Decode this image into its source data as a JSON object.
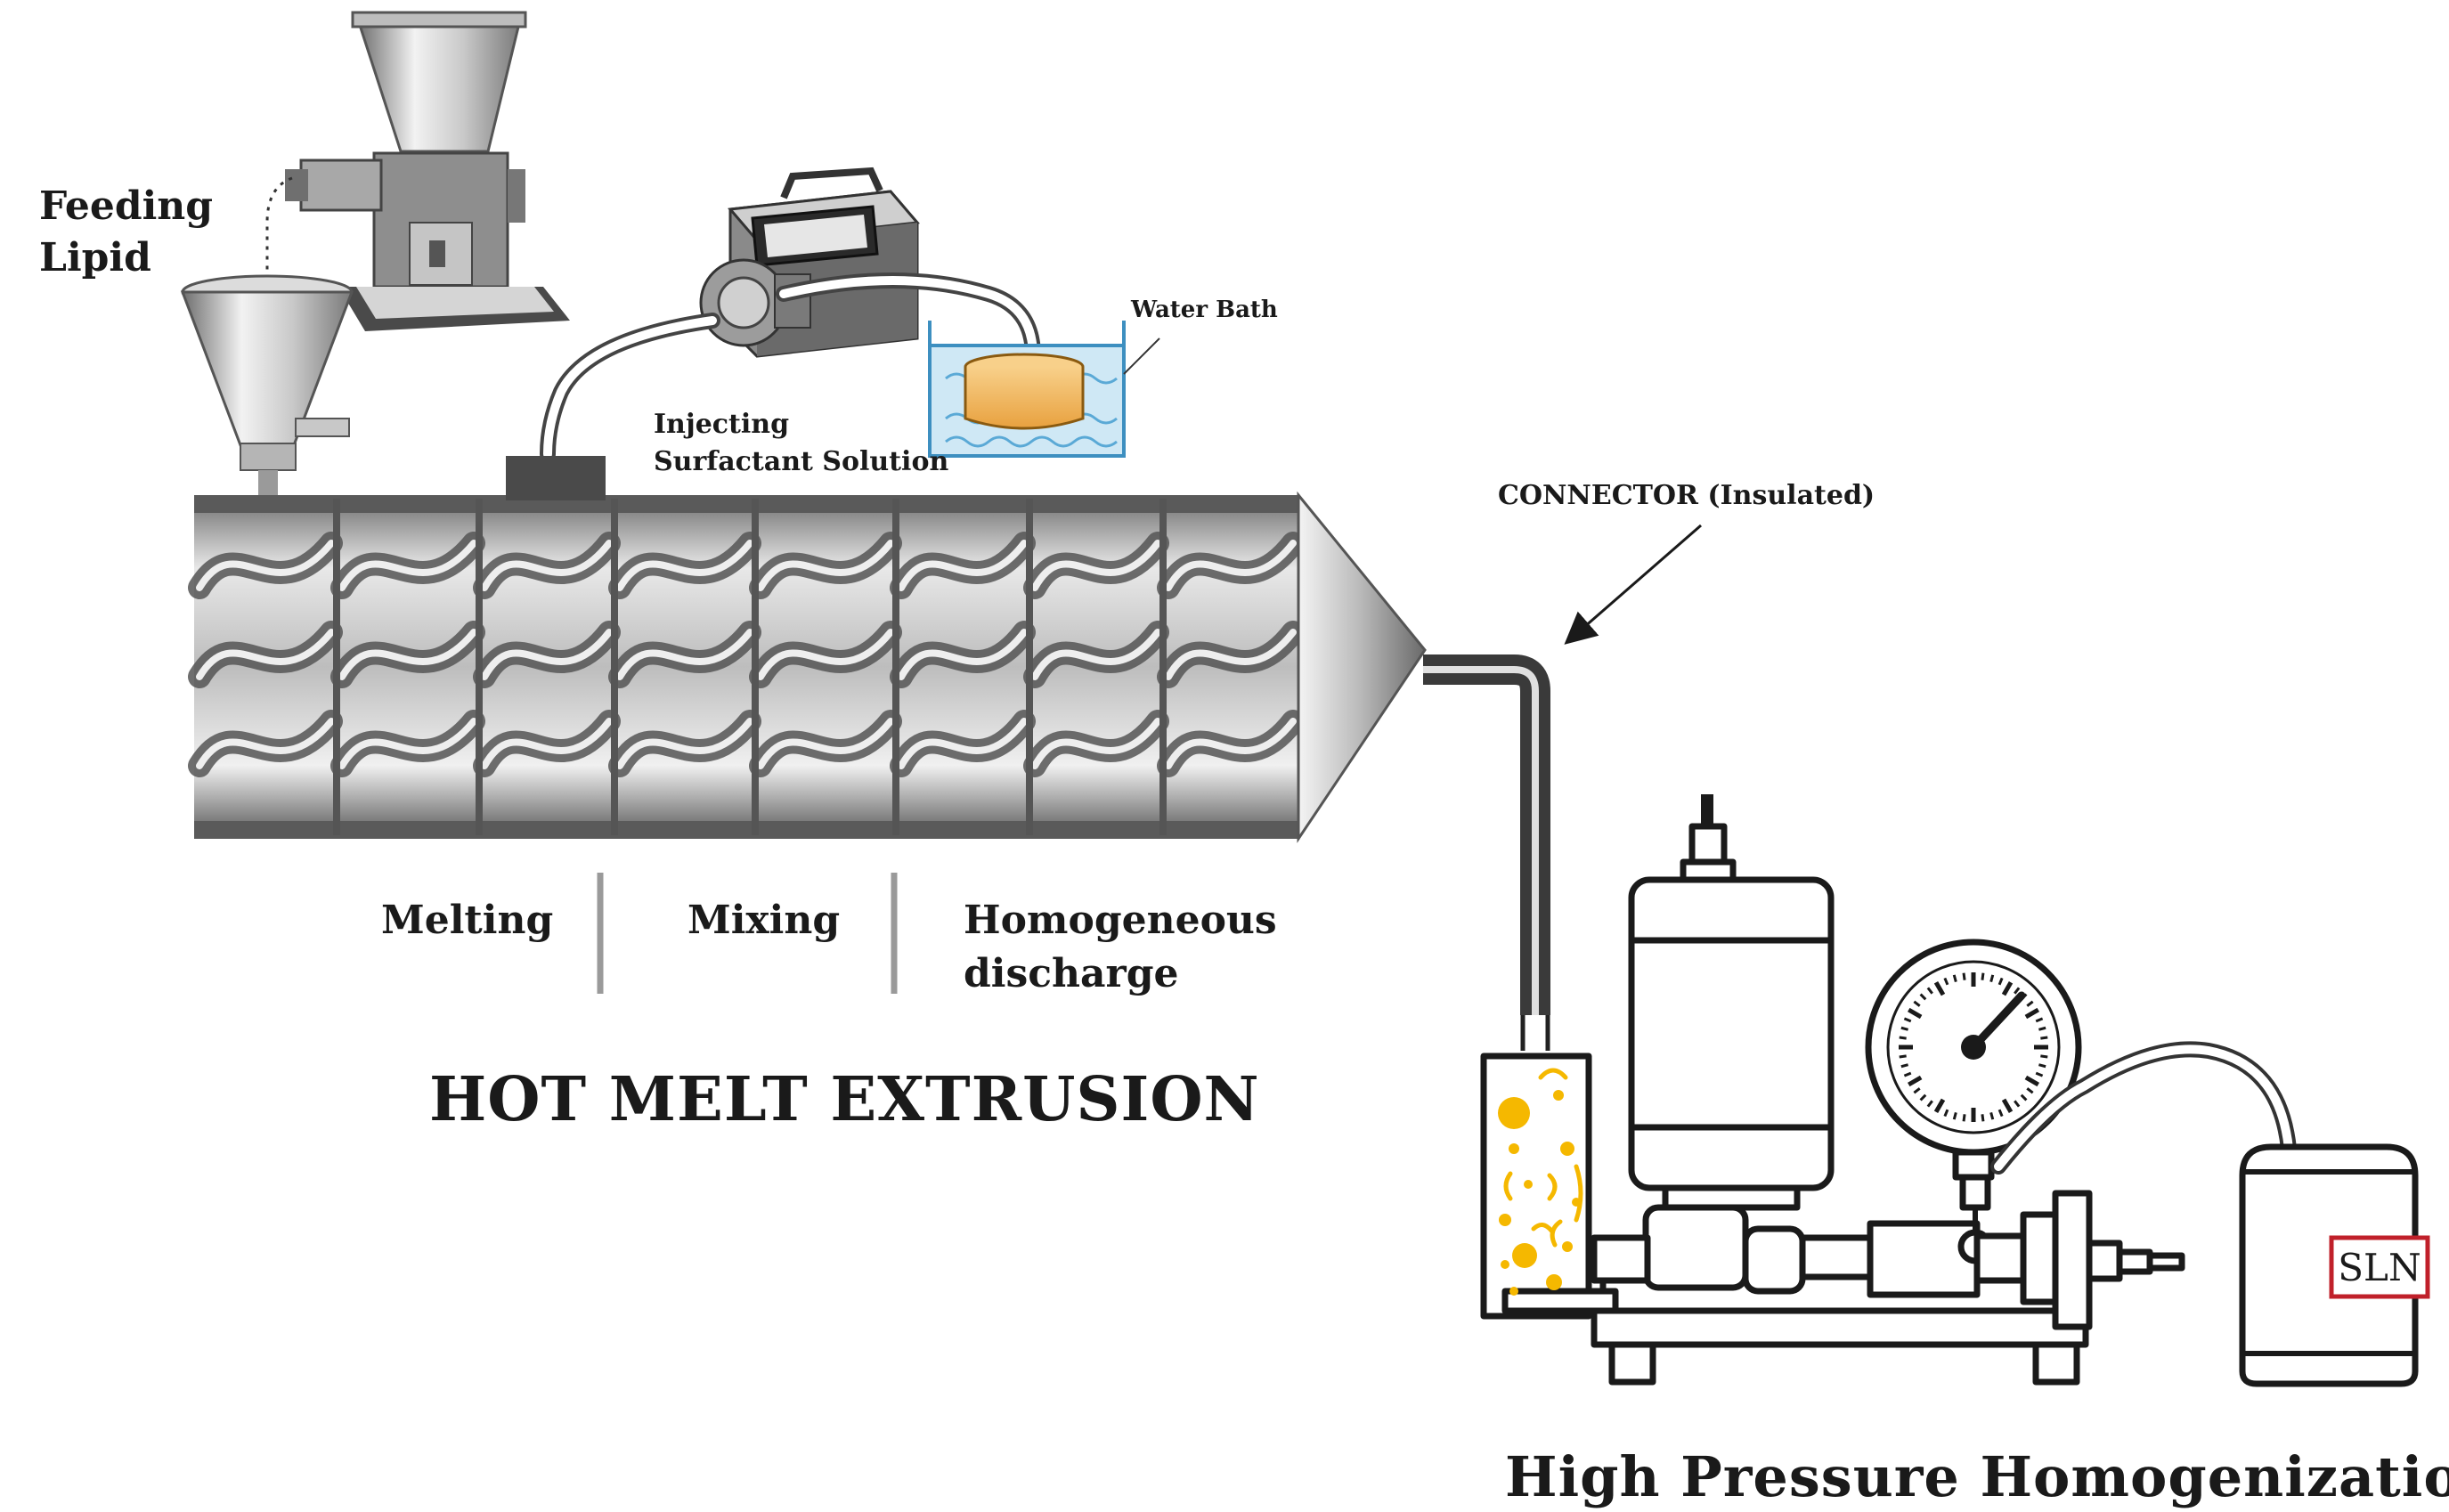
{
  "labels": {
    "feeding_lipid": [
      "Feeding",
      "Lipid"
    ],
    "water_bath": "Water Bath",
    "injecting": [
      "Injecting",
      "Surfactant Solution"
    ],
    "connector": "CONNECTOR (Insulated)",
    "melting": "Melting",
    "mixing": "Mixing",
    "homogeneous": [
      "Homogeneous",
      "discharge"
    ],
    "hot_melt": "HOT MELT EXTRUSION",
    "hph": "High Pressure Homogenization",
    "sln": "SLN"
  },
  "colors": {
    "metal_dark": "#555555",
    "metal_mid": "#9a9a9a",
    "metal_light": "#eeeeee",
    "water": "#cfe8f5",
    "water_line": "#5aa9d6",
    "lipid_orange": "#f1b55a",
    "droplet_yellow": "#f5b800",
    "sln_box": "#c0202a"
  }
}
